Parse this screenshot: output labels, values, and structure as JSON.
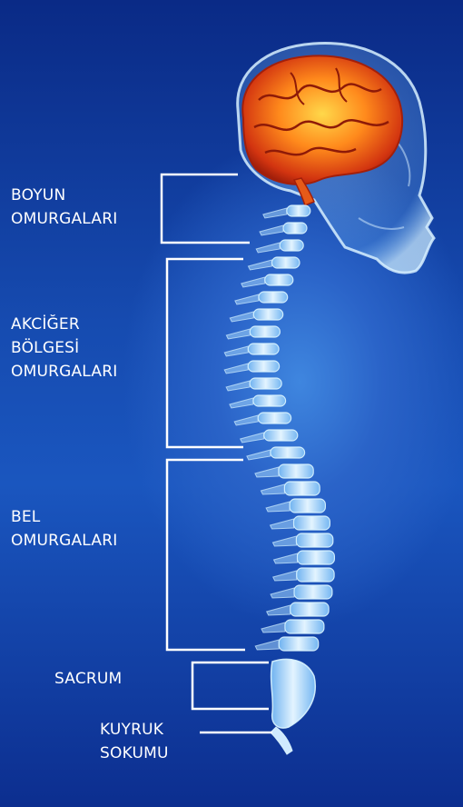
{
  "labels": {
    "cervical": [
      "BOYUN",
      "OMURGALARI"
    ],
    "thoracic": [
      "AKCİĞER",
      "BÖLGESİ",
      "OMURGALARI"
    ],
    "lumbar": [
      "BEL",
      "OMURGALARI"
    ],
    "sacrum": [
      "SACRUM"
    ],
    "coccyx": [
      "KUYRUK",
      "SOKUMU"
    ]
  },
  "colors": {
    "background_dark": "#0b2b8c",
    "background_light": "#3f86df",
    "label_text": "#ffffff",
    "bracket": "#ffffff",
    "brain_core": "#ffcc33",
    "brain_edge": "#c2280e",
    "bone": "#bfe3ff"
  }
}
